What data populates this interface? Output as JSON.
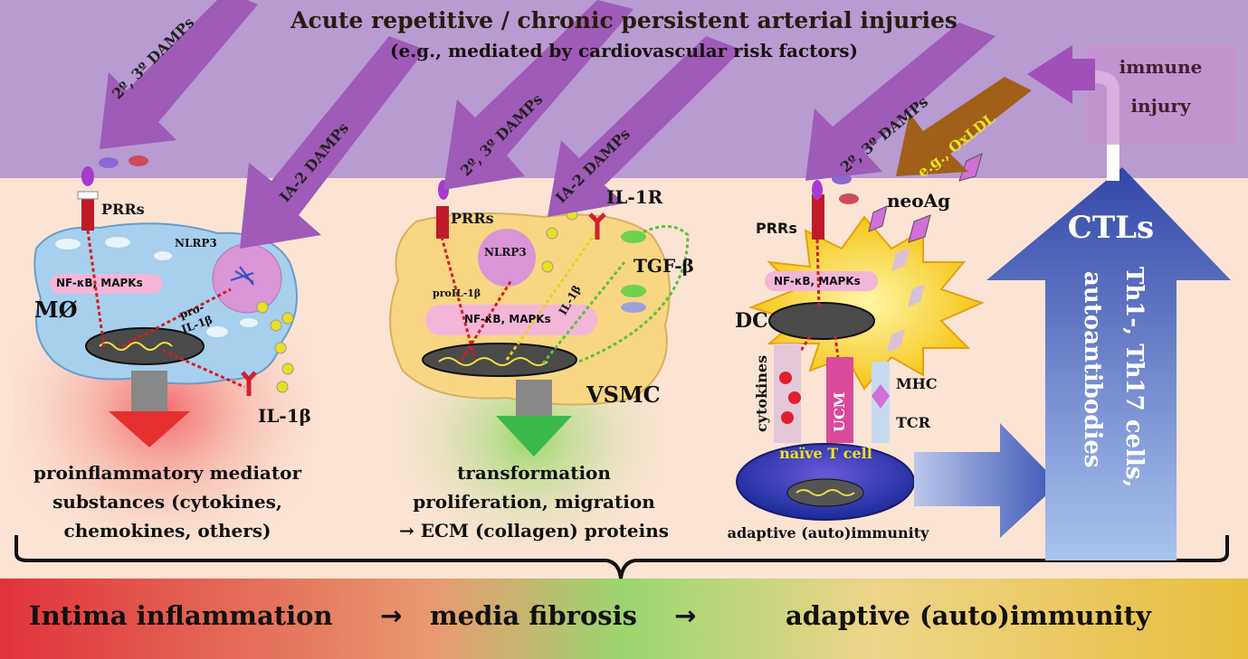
{
  "banner": {
    "title": "Acute repetitive / chronic persistent arterial  injuries",
    "subtitle": "(e.g., mediated by cardiovascular risk factors)"
  },
  "arrows": {
    "damps_23_a": "2º, 3º DAMPs",
    "damps_ia2_a": "IA-2 DAMPs",
    "damps_23_b": "2º, 3º DAMPs",
    "damps_ia2_b": "IA-2 DAMPs",
    "damps_23_c": "2º, 3º DAMPs",
    "oxldl": "e.g., OxLDL"
  },
  "immune_injury": [
    "immune",
    "injury"
  ],
  "macrophage": {
    "prrs": "PRRs",
    "nlrp3": "NLRP3",
    "nfkb": "NF-κB, MAPKs",
    "cell": "MØ",
    "pro_il1b": [
      "pro-",
      "IL-1β"
    ],
    "il1b": "IL-1β",
    "output": [
      "proinflammatory mediator",
      "substances (cytokines,",
      "chemokines, others)"
    ]
  },
  "vsmc": {
    "prrs": "PRRs",
    "nlrp3": "NLRP3",
    "pro_il1b": "proIL-1β",
    "il1b": "IL-1β",
    "il1r": "IL-1R",
    "tgfb": "TGF-β",
    "nfkb": "NF-κB, MAPKs",
    "cell": "VSMC",
    "output": [
      "transformation",
      "proliferation, migration",
      "→ ECM (collagen) proteins"
    ]
  },
  "dc": {
    "prrs": "PRRs",
    "neoag": "neoAg",
    "nfkb": "NF-κB, MAPKs",
    "cell": "DC",
    "cytokines": "cytokines",
    "ucm": "UCM",
    "mhc": "MHC",
    "tcr": "TCR",
    "naive": "naïve T cell",
    "output": "adaptive (auto)immunity"
  },
  "big_arrow": {
    "ctls": "CTLs",
    "th": "Th1-, Th17 cells,",
    "auto": "autoantibodies"
  },
  "bottom": {
    "a": "Intima inflammation",
    "arrow1": "→",
    "b": "media fibrosis",
    "arrow2": "→",
    "c": "adaptive (auto)immunity"
  },
  "colors": {
    "banner": "#b69ad0",
    "damps_arrow": "#a05ab8",
    "oxldl_arrow": "#a0601a",
    "big_arrow": "#3a55b5",
    "bottom_left": "#e23a3a",
    "bottom_mid": "#8fd36a",
    "bottom_right": "#e8c040"
  }
}
